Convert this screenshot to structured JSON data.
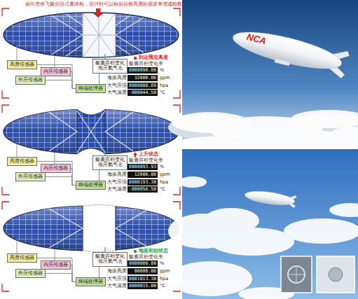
{
  "diagram": {
    "title": "纵向变体飞艇分段式囊体舱，设计时可以根据目标高度的需求来增减舱数",
    "nodes": [
      {
        "text": [
          "高度传感器"
        ]
      },
      {
        "text": [
          "外压传感器"
        ]
      },
      {
        "text": [
          "内压传感器"
        ]
      },
      {
        "text": [
          "终端处理器"
        ]
      },
      {
        "text": [
          "艇囊容积变化",
          "低压氦气仓"
        ]
      },
      {
        "text": [
          "高度传感器"
        ]
      },
      {
        "text": [
          "外压传感器"
        ]
      },
      {
        "text": [
          "内压传感器"
        ]
      },
      {
        "text": [
          "终端处理器"
        ]
      },
      {
        "text": [
          "艇囊容积变化",
          "低压氦气仓"
        ]
      },
      {
        "text": [
          "高度传感器"
        ]
      },
      {
        "text": [
          "外压传感器"
        ]
      },
      {
        "text": [
          "内压传感器"
        ]
      },
      {
        "text": [
          "终端处理器"
        ]
      },
      {
        "text": [
          "艇囊容积变化",
          "低压氦气仓"
        ]
      }
    ],
    "edges": [
      {
        "from": 0,
        "to": 3,
        "arrow": "none"
      },
      {
        "from": 1,
        "to": 3,
        "arrow": "none"
      },
      {
        "from": 2,
        "to": 3,
        "arrow": "none"
      },
      {
        "from": 3,
        "to": 4,
        "arrow": "none"
      },
      {
        "from": 5,
        "to": 8,
        "arrow": "none"
      },
      {
        "from": 6,
        "to": 8,
        "arrow": "none"
      },
      {
        "from": 7,
        "to": 8,
        "arrow": "none"
      },
      {
        "from": 8,
        "to": 9,
        "arrow": "none"
      },
      {
        "from": 10,
        "to": 13,
        "arrow": "none"
      },
      {
        "from": 11,
        "to": 13,
        "arrow": "none"
      },
      {
        "from": 12,
        "to": 13,
        "arrow": "none"
      },
      {
        "from": 13,
        "to": 14,
        "arrow": "none"
      }
    ],
    "labels": [
      "到达预定高度",
      "艇囊容积变化率",
      "0000090.00",
      "%",
      "海拔高度",
      "32000.00",
      "gpm",
      "大气压强",
      "0000008.89",
      "hpa",
      "大气温度",
      "-000044.50",
      "°C",
      "上升状态",
      "艇囊容积变化率",
      "0000093.93",
      "%",
      "海拔高度",
      "12000.00",
      "gpm",
      "大气压强",
      "0000193.30",
      "hpa",
      "大气温度",
      "-000056.50",
      "°C",
      "地面初始状态",
      "艇囊容积变化率",
      "0000000.00",
      "%",
      "海拔高度",
      "00000.00",
      "gpm",
      "大气压强",
      "0001013.30",
      "hpa",
      "大气温度",
      "0000015.00",
      "°C",
      "NCA"
    ]
  }
}
